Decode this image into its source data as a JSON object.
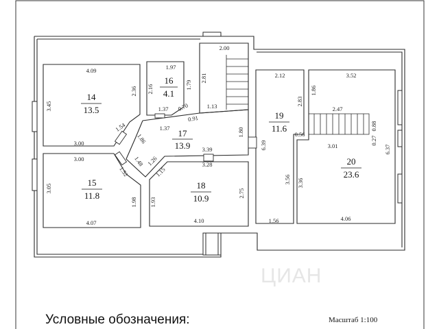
{
  "rooms": [
    {
      "id": "r14",
      "number": "14",
      "area": "13.5"
    },
    {
      "id": "r15",
      "number": "15",
      "area": "11.8"
    },
    {
      "id": "r16",
      "number": "16",
      "area": "4.1"
    },
    {
      "id": "r17",
      "number": "17",
      "area": "13.9"
    },
    {
      "id": "r18",
      "number": "18",
      "area": "10.9"
    },
    {
      "id": "r19",
      "number": "19",
      "area": "11.6"
    },
    {
      "id": "r20",
      "number": "20",
      "area": "23.6"
    }
  ],
  "dimensions": [
    "2.00",
    "4.09",
    "3.45",
    "2.36",
    "1.97",
    "2.16",
    "1.79",
    "2.81",
    "2.12",
    "3.52",
    "1.86",
    "2.83",
    "2.47",
    "0.88",
    "0.27",
    "1.37",
    "0.70",
    "1.13",
    "1.54",
    "1.37",
    "0.91",
    "1.86",
    "1.80",
    "6.39",
    "0.56",
    "3.00",
    "3.00",
    "3.39",
    "3.28",
    "3.01",
    "6.37",
    "1.48",
    "1.26",
    "1.52",
    "1.15",
    "3.05",
    "1.98",
    "1.93",
    "2.75",
    "3.56",
    "3.36",
    "4.07",
    "4.10",
    "1.56",
    "4.06"
  ],
  "legend_title": "Условные обозначения:",
  "scale_label": "Масштаб 1:100",
  "watermark_text": "ЦИАН"
}
